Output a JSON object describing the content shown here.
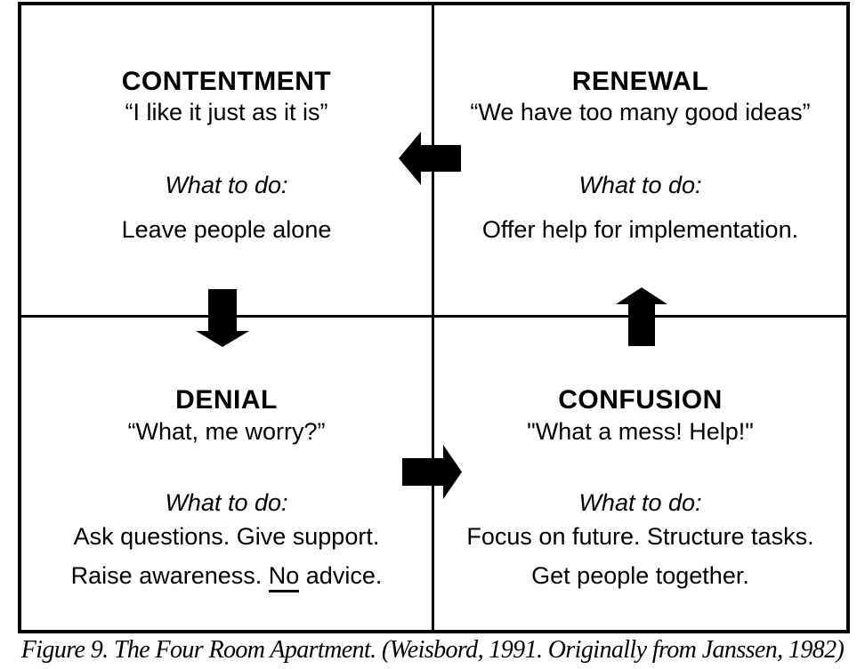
{
  "figure": {
    "caption": "Figure 9. The Four Room Apartment. (Weisbord, 1991. Originally from Janssen, 1982)"
  },
  "colors": {
    "foreground": "#000000",
    "background": "#ffffff"
  },
  "rooms": {
    "contentment": {
      "title": "CONTENTMENT",
      "quote": "“I like it just as it is”",
      "what_to_do_label": "What to do:",
      "action1": "Leave people alone"
    },
    "renewal": {
      "title": "RENEWAL",
      "quote": "“We have too many good ideas”",
      "what_to_do_label": "What to do:",
      "action1": "Offer help for implementation."
    },
    "denial": {
      "title": "DENIAL",
      "quote": "“What, me worry?”",
      "what_to_do_label": "What to do:",
      "action1": "Ask questions. Give support.",
      "action2_pre": "Raise awareness. ",
      "action2_underlined": "No",
      "action2_post": " advice."
    },
    "confusion": {
      "title": "CONFUSION",
      "quote": "\"What a mess! Help!\"",
      "what_to_do_label": "What to do:",
      "action1": "Focus on future. Structure tasks.",
      "action2": "Get people together."
    }
  },
  "icons": {
    "renewal_to_contentment": "block-arrow-left",
    "contentment_to_denial": "block-arrow-down",
    "denial_to_confusion": "block-arrow-right",
    "confusion_to_renewal": "block-arrow-up"
  }
}
